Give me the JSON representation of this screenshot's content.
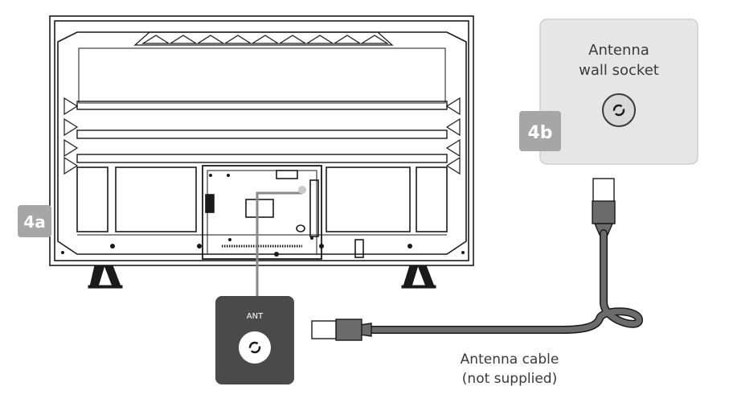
{
  "labels": {
    "step_4a": "4a",
    "step_4b": "4b",
    "socket_title_line1": "Antenna",
    "socket_title_line2": "wall socket",
    "port_label": "ANT",
    "cable_line1": "Antenna cable",
    "cable_line2": "(not supplied)"
  },
  "colors": {
    "badge_fill": "#a6a6a6",
    "socket_panel_fill": "#e6e6e6",
    "port_box_fill": "#4a4a4a",
    "cable_fill": "#6b6b6b",
    "line": "#1a1a1a"
  },
  "icons": [
    "tv-back-panel",
    "antenna-wall-socket",
    "antenna-port",
    "antenna-cable",
    "connector-plug"
  ]
}
